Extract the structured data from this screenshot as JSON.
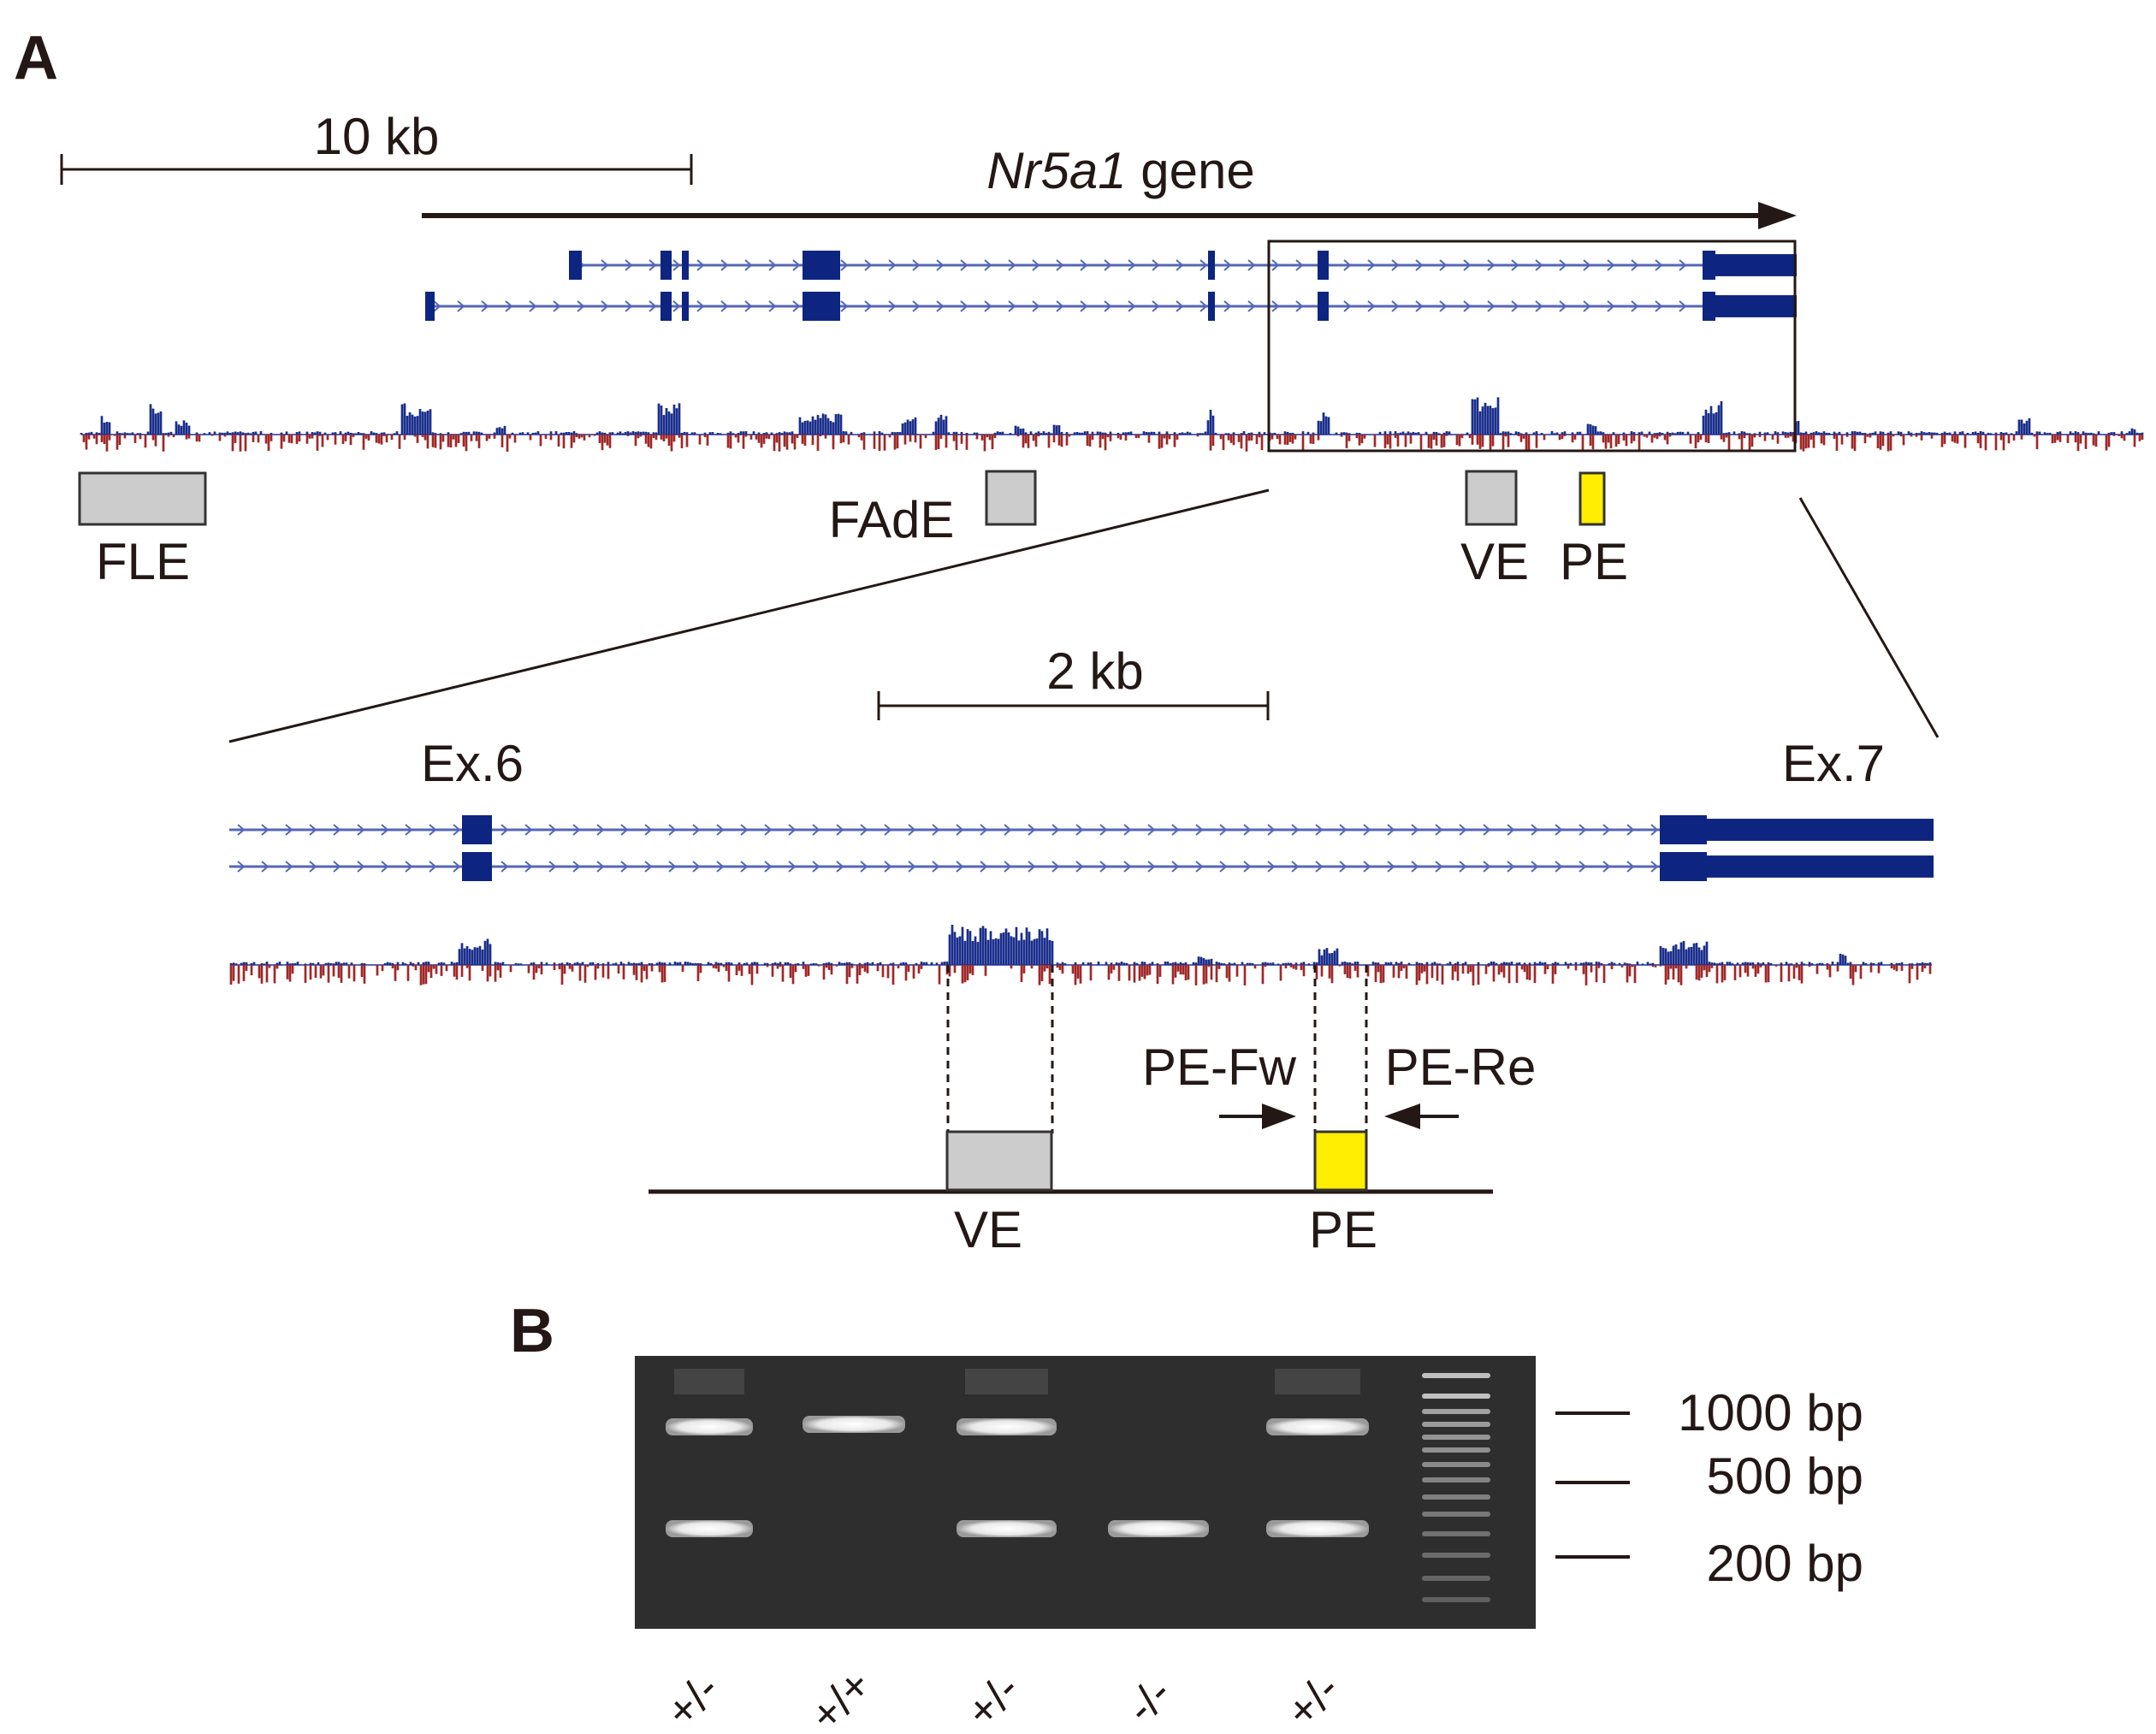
{
  "panel_a": {
    "label": "A",
    "scale_large": "10 kb",
    "gene_name": "Nr5a1",
    "gene_suffix": "gene",
    "elements": {
      "fle": "FLE",
      "fade": "FAdE",
      "ve": "VE",
      "pe": "PE"
    },
    "zoom": {
      "scale": "2 kb",
      "exon6": "Ex.6",
      "exon7": "Ex.7",
      "primer_fw": "PE-Fw",
      "primer_re": "PE-Re",
      "ve": "VE",
      "pe": "PE"
    }
  },
  "panel_b": {
    "label": "B",
    "markers": [
      "1000 bp",
      "500 bp",
      "200 bp"
    ],
    "lanes": [
      "+/-",
      "+/+",
      "+/-",
      "-/-",
      "+/-"
    ]
  },
  "colors": {
    "exon": "#0d2580",
    "intron": "#5567b8",
    "signal_pos": "#1a2e8c",
    "signal_neg": "#a02828",
    "enhancer_grey": "#cccccc",
    "enhancer_yellow": "#ffee00",
    "gel_bg": "#2e2e2e"
  }
}
